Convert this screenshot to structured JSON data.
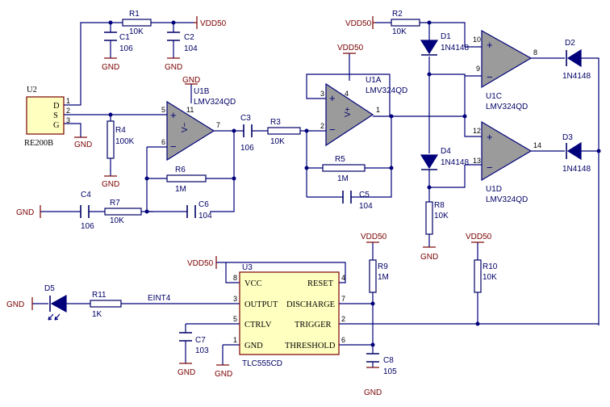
{
  "power": {
    "vdd": "VDD50",
    "gnd": "GND"
  },
  "resistors": {
    "r1": {
      "ref": "R1",
      "val": "10K"
    },
    "r2": {
      "ref": "R2",
      "val": "10K"
    },
    "r3": {
      "ref": "R3",
      "val": "10K"
    },
    "r4": {
      "ref": "R4",
      "val": "100K"
    },
    "r5": {
      "ref": "R5",
      "val": "1M"
    },
    "r6": {
      "ref": "R6",
      "val": "1M"
    },
    "r7": {
      "ref": "R7",
      "val": "10K"
    },
    "r8": {
      "ref": "R8",
      "val": "10K"
    },
    "r9": {
      "ref": "R9",
      "val": "1M"
    },
    "r10": {
      "ref": "R10",
      "val": "10K"
    },
    "r11": {
      "ref": "R11",
      "val": "1K"
    }
  },
  "capacitors": {
    "c1": {
      "ref": "C1",
      "val": "106"
    },
    "c2": {
      "ref": "C2",
      "val": "104"
    },
    "c3": {
      "ref": "C3",
      "val": "106"
    },
    "c4": {
      "ref": "C4",
      "val": "106"
    },
    "c5": {
      "ref": "C5",
      "val": "104"
    },
    "c6": {
      "ref": "C6",
      "val": "104"
    },
    "c7": {
      "ref": "C7",
      "val": "103"
    },
    "c8": {
      "ref": "C8",
      "val": "105"
    }
  },
  "diodes": {
    "d1": {
      "ref": "D1",
      "val": "1N4148"
    },
    "d2": {
      "ref": "D2",
      "val": "1N4148"
    },
    "d3": {
      "ref": "D3",
      "val": "1N4148"
    },
    "d4": {
      "ref": "D4",
      "val": "1N4148"
    },
    "d5": {
      "ref": "D5"
    }
  },
  "opamps": {
    "u1a": {
      "ref": "U1A",
      "val": "LMV324QD"
    },
    "u1b": {
      "ref": "U1B",
      "val": "LMV324QD"
    },
    "u1c": {
      "ref": "U1C",
      "val": "LMV324QD"
    },
    "u1d": {
      "ref": "U1D",
      "val": "LMV324QD"
    }
  },
  "sensor": {
    "ref": "U2",
    "val": "RE200B",
    "pins": [
      "D",
      "S",
      "G"
    ],
    "nums": [
      "1",
      "2",
      "3"
    ]
  },
  "timer": {
    "ref": "U3",
    "val": "TLC555CD",
    "left_pins": [
      "VCC",
      "OUTPUT",
      "CTRLV",
      "GND"
    ],
    "left_nums": [
      "8",
      "3",
      "5",
      "1"
    ],
    "right_pins": [
      "RESET",
      "DISCHARGE",
      "TRIGGER",
      "THRESHOLD"
    ],
    "right_nums": [
      "4",
      "7",
      "2",
      "6"
    ]
  },
  "nets": {
    "eint4": "EINT4"
  },
  "pin_numbers": {
    "u1b": [
      "5",
      "6",
      "7",
      "11"
    ],
    "u1a": [
      "3",
      "2",
      "1",
      "4"
    ],
    "u1c": [
      "10",
      "9",
      "8"
    ],
    "u1d": [
      "12",
      "13",
      "14"
    ]
  },
  "signs": {
    "plus": "+",
    "minus": "−",
    "vplus": "V+",
    "vminus": "V−"
  }
}
